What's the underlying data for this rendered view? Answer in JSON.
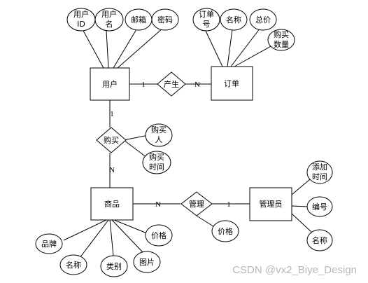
{
  "entities": {
    "user": "用户",
    "order": "订单",
    "product": "商品",
    "admin": "管理员"
  },
  "relationships": {
    "produce": "产生",
    "buy": "购买",
    "manage": "管理"
  },
  "attributes": {
    "user_id": [
      "用户",
      "ID"
    ],
    "user_name": [
      "用户",
      "名"
    ],
    "user_email": "邮箱",
    "user_password": "密码",
    "order_no": [
      "订单",
      "号"
    ],
    "order_name": "名称",
    "order_total": "总价",
    "order_qty": [
      "购买",
      "数量"
    ],
    "buy_person": [
      "购买",
      "人"
    ],
    "buy_time": [
      "购买",
      "时间"
    ],
    "product_brand": "品牌",
    "product_name": "名称",
    "product_category": "类别",
    "product_image": "图片",
    "product_price": "价格",
    "manage_price": "价格",
    "admin_add_time": [
      "添加",
      "时间"
    ],
    "admin_no": "编号",
    "admin_name": "名称"
  },
  "cardinalities": {
    "user_produce": "1",
    "produce_order": "N",
    "user_buy": "1",
    "buy_product": "N",
    "product_manage": "N",
    "manage_admin": "1"
  },
  "watermark": "CSDN @vx2_Biye_Design"
}
